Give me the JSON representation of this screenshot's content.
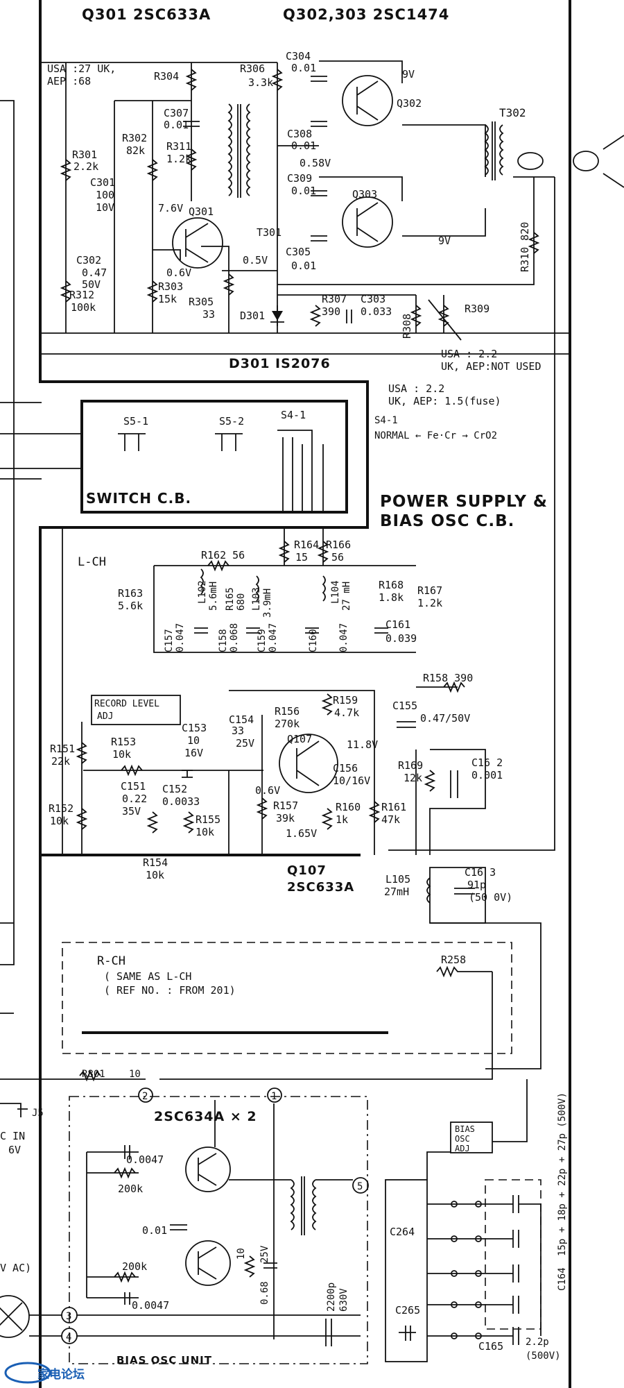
{
  "headers": {
    "q301": "Q301 2SC633A",
    "q302": "Q302,303 2SC1474"
  },
  "notes": {
    "usa_aep": "USA :27 UK,",
    "usa_aep2": "AEP :68",
    "r308_note1": "USA : 2.2",
    "r308_note2": "UK, AEP:NOT USED",
    "r309_note1": "USA : 2.2",
    "r309_note2": "UK, AEP: 1.5(fuse)",
    "s4_label": "S4-1",
    "s4_modes": "NORMAL ← Fe·Cr → CrO2",
    "record_level1": "RECORD LEVEL",
    "record_level2": "ADJ",
    "rch1": "R-CH",
    "rch2": "( SAME AS L-CH",
    "rch3": "( REF NO. : FROM 201)",
    "bias_adj1": "BIAS",
    "bias_adj2": "OSC",
    "bias_adj3": "ADJ",
    "dc_in": "C IN",
    "dc_v": "6V",
    "vac": "V AC)"
  },
  "blocks": {
    "power_supply1": "POWER SUPPLY &",
    "power_supply2": "BIAS OSC C.B.",
    "switch_cb": "SWITCH C.B.",
    "lch": "L-CH",
    "d301": "D301 IS2076",
    "q107a": "Q107",
    "q107b": "2SC633A",
    "osc_tr": "2SC634A × 2",
    "bias_unit": "BIAS OSC UNIT"
  },
  "components": {
    "r304": "R304",
    "r306": "R306",
    "r306v": "3.3k",
    "c304": "C304",
    "c304v": "0.01",
    "q302": "Q302",
    "v9a": "9V",
    "t302": "T302",
    "r301": "R301",
    "r301v": "2.2k",
    "r302": "R302",
    "r302v": "82k",
    "c307": "C307",
    "c307v": "0.01",
    "r311": "R311",
    "r311v": "1.2k",
    "c308": "C308",
    "c308v": "0.01",
    "v058": "0.58V",
    "c301": "C301",
    "c301v1": "100",
    "c301v2": "10V",
    "c309": "C309",
    "c309v": "0.01",
    "q303": "Q303",
    "v76": "7.6V",
    "q301": "Q301",
    "t301": "T301",
    "c305": "C305",
    "c305v": "0.01",
    "v9b": "9V",
    "r310": "R310 820",
    "c302": "C302",
    "c302v1": "0.47",
    "c302v2": "50V",
    "v06a": "0.6V",
    "v05": "0.5V",
    "r303": "R303",
    "r303v": "15k",
    "r312": "R312",
    "r312v": "100k",
    "r305": "R305",
    "r305v": "33",
    "d301": "D301",
    "r307": "R307",
    "r307v": "390",
    "c303": "C303",
    "c303v": "0.033",
    "r308": "R308",
    "r309": "R309",
    "s51": "S5-1",
    "s52": "S5-2",
    "s41": "S4-1",
    "r162": "R162 56",
    "r164": "R164",
    "r164v": "15",
    "r166": "R166",
    "r166v": "56",
    "r163": "R163",
    "r163v": "5.6k",
    "l102": "L102",
    "l102v": "5.6mH",
    "r165": "R165",
    "r165v": "680",
    "l103": "L103",
    "l103v": "3.9mH",
    "l104": "L104",
    "l104v": "27 mH",
    "r168": "R168",
    "r168v": "1.8k",
    "r167": "R167",
    "r167v": "1.2k",
    "c157": "C157",
    "c157v": "0.047",
    "c158": "C158",
    "c158v": "0.068",
    "c159": "C159",
    "c159v": "0.047",
    "c160": "C160",
    "c160v": "0.047",
    "c161": "C161",
    "c161v": "0.039",
    "r158": "R158 390",
    "c154": "C154",
    "c154v1": "33",
    "c154v2": "25V",
    "r156": "R156",
    "r156v": "270k",
    "r159": "R159",
    "r159v": "4.7k",
    "c155": "C155",
    "c155v": "0.47/50V",
    "v118": "11.8V",
    "r151": "R151",
    "r151v": "22k",
    "r153": "R153",
    "r153v": "10k",
    "c153": "C153",
    "c153v1": "10",
    "c153v2": "16V",
    "q107": "Q107",
    "c156": "C156",
    "c156v": "10/16V",
    "r169": "R169",
    "r169v": "12k",
    "c162": "C16 2",
    "c162v": "0.001",
    "c151": "C151",
    "c151v1": "0.22",
    "c151v2": "35V",
    "c152": "C152",
    "c152v": "0.0033",
    "v06b": "0.6V",
    "r152": "R152",
    "r152v": "10k",
    "r155": "R155",
    "r155v": "10k",
    "r157": "R157",
    "r157v": "39k",
    "r160": "R160",
    "r160v": "1k",
    "r161": "R161",
    "r161v": "47k",
    "v165": "1.65V",
    "r154": "R154",
    "r154v": "10k",
    "l105": "L105",
    "l105v": "27mH",
    "c163": "C16 3",
    "c163v1": "91p",
    "c163v2": "(50 0V)",
    "r258": "R258",
    "r801": "R801",
    "r801v": "10",
    "c0047a": "0.0047",
    "r200a": "200k",
    "c001": "0.01",
    "r200b": "200k",
    "c0047b": "0.0047",
    "r10": "10",
    "c068": "0.68",
    "v25": "25V",
    "c2200": "2200p",
    "v630": "630V",
    "c264": "C264",
    "c265": "C265",
    "c164": "C164",
    "c164v": "15p + 18p + 22p + 27p (500V)",
    "c165": "C165",
    "c165v1": "2.2p",
    "c165v2": "(500V)",
    "j5": "J5",
    "n1": "1",
    "n2": "2",
    "n3": "3",
    "n4": "4",
    "n5": "5"
  },
  "watermark": "家电论坛"
}
